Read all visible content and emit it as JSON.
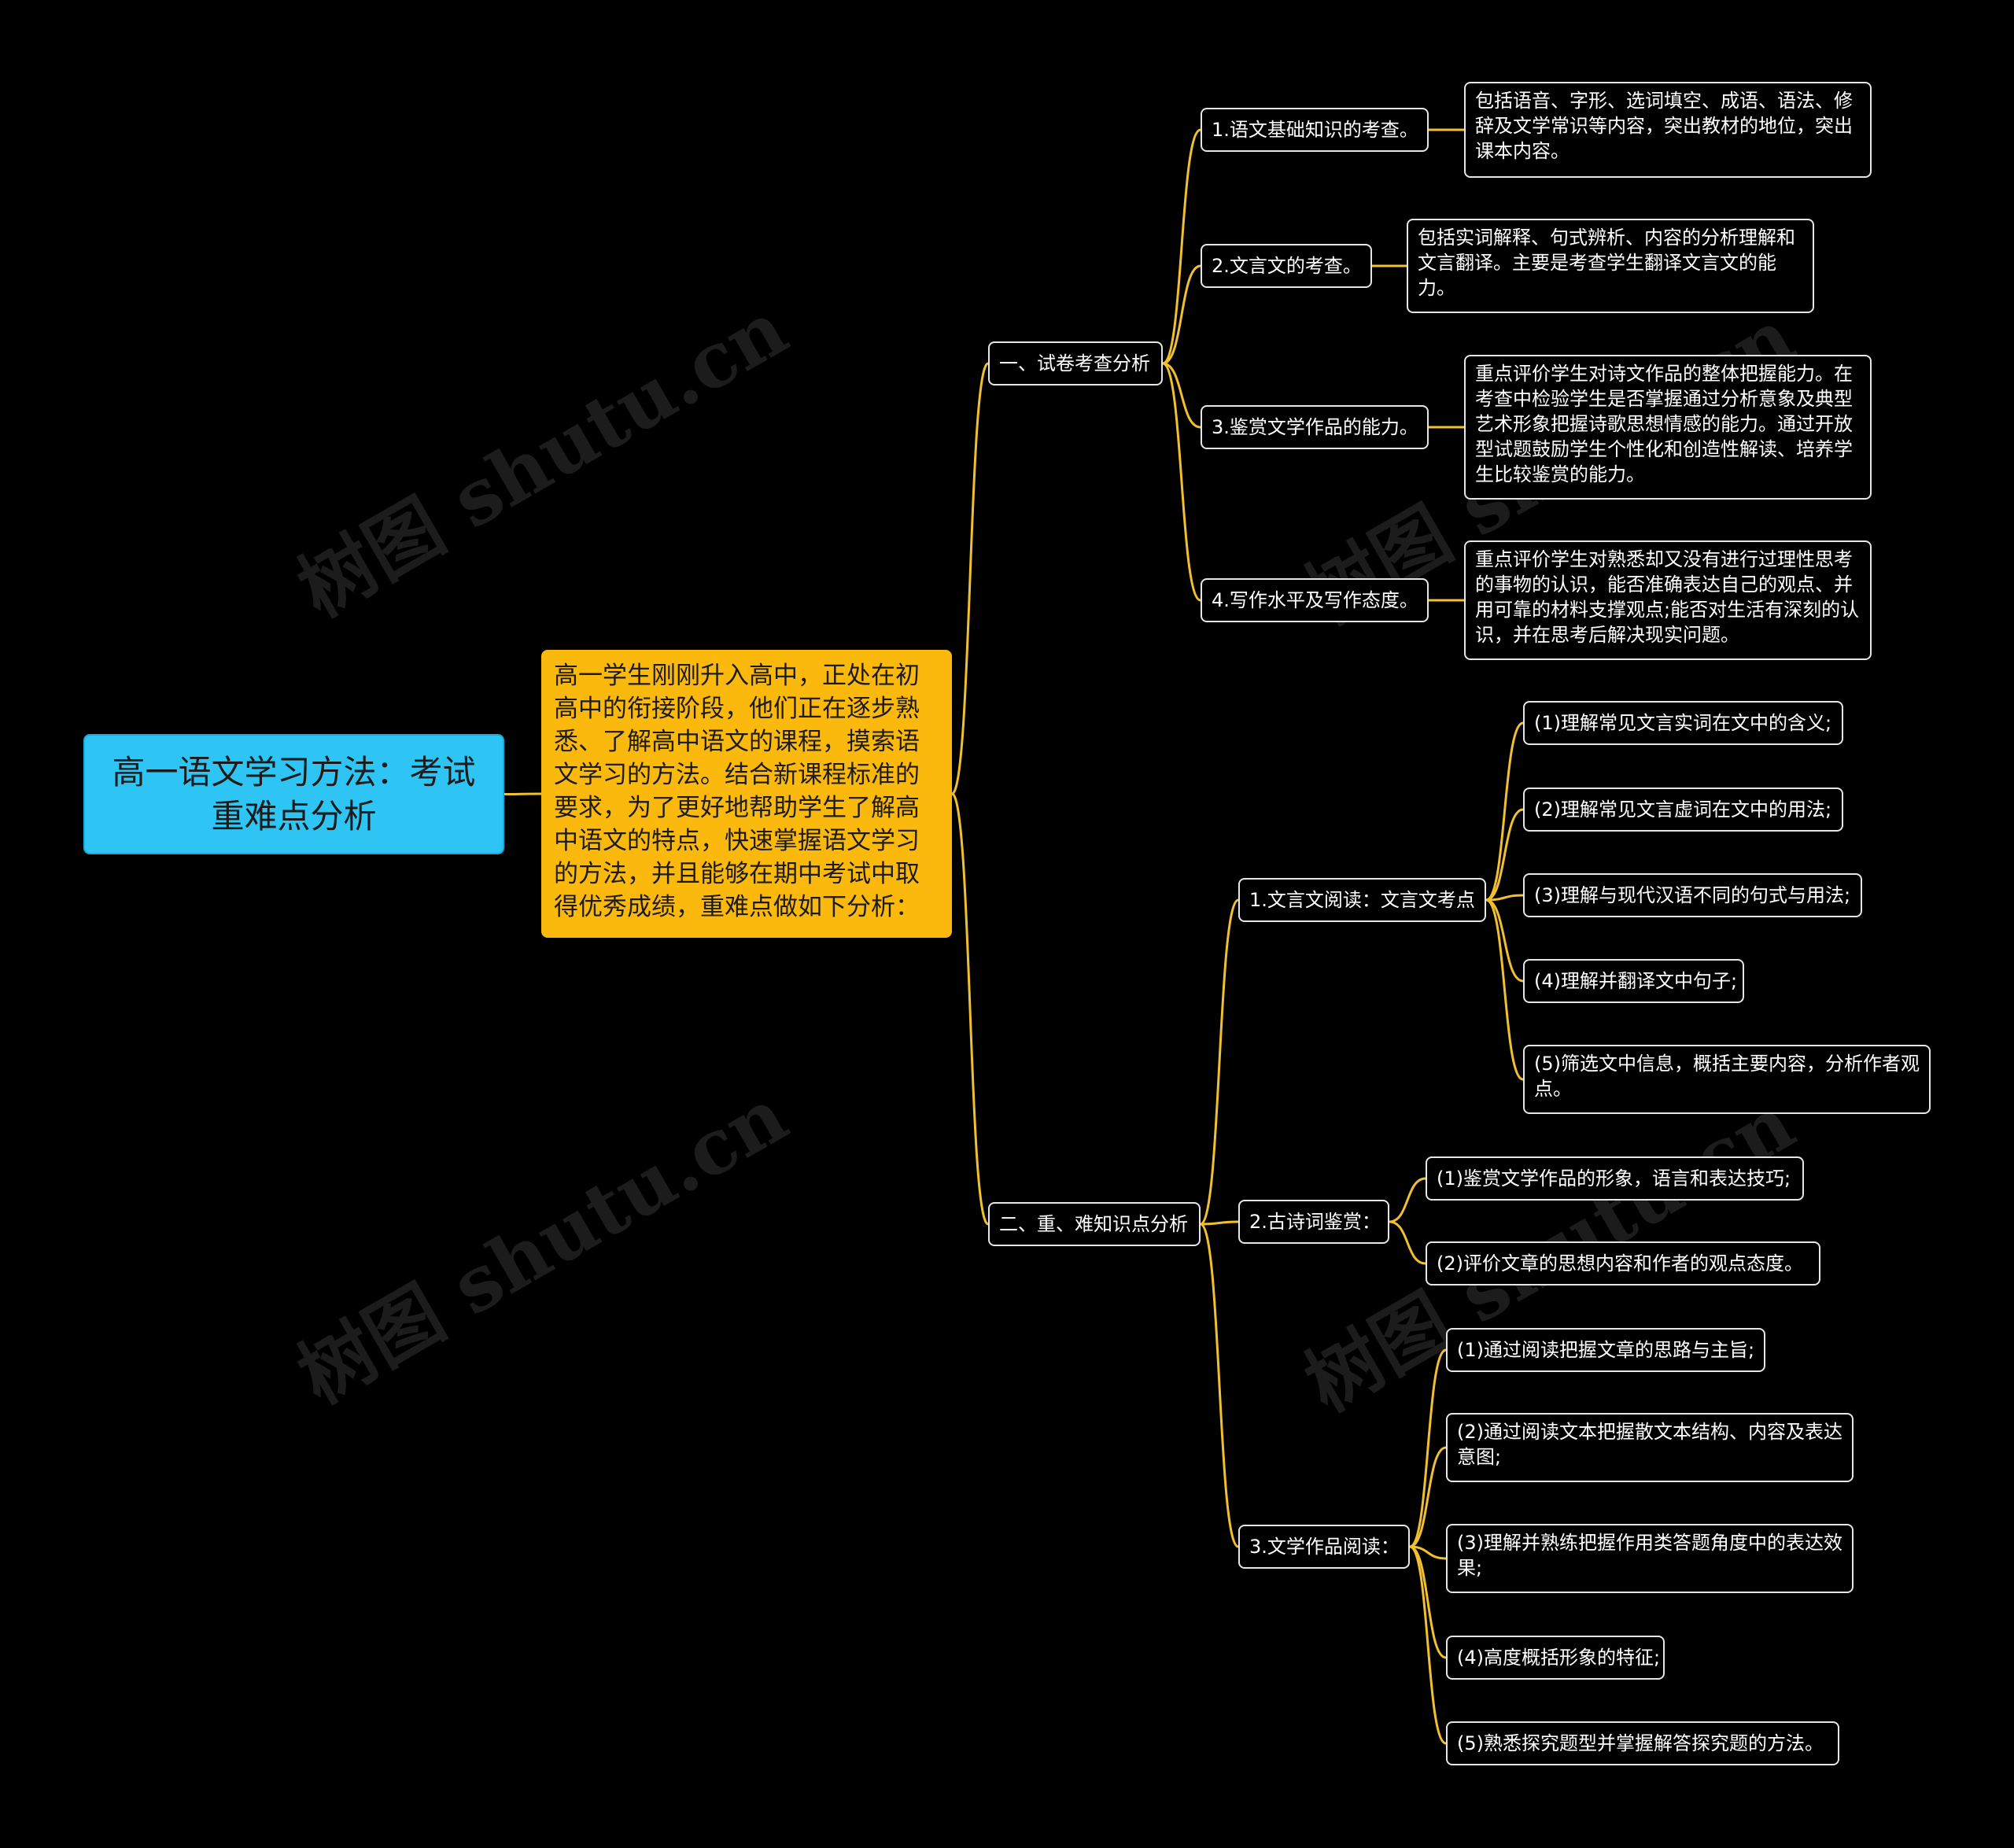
{
  "watermark": "树图 shutu.cn",
  "colors": {
    "background": "#000000",
    "root": "#2ec4f3",
    "intro": "#fbb80d",
    "connector": "#f0c030",
    "node_border": "#e6e6e6",
    "text": "#ffffff"
  },
  "root": {
    "label": "高一语文学习方法：考试重难点分析"
  },
  "intro": {
    "text": "高一学生刚刚升入高中，正处在初高中的衔接阶段，他们正在逐步熟悉、了解高中语文的课程，摸索语文学习的方法。结合新课程标准的要求，为了更好地帮助学生了解高中语文的特点，快速掌握语文学习的方法，并且能够在期中考试中取得优秀成绩，重难点做如下分析："
  },
  "branch1": {
    "label": "一、试卷考查分析",
    "items": [
      {
        "label": "1.语文基础知识的考查。",
        "detail": "包括语音、字形、选词填空、成语、语法、修辞及文学常识等内容，突出教材的地位，突出课本内容。"
      },
      {
        "label": "2.文言文的考查。",
        "detail": "包括实词解释、句式辨析、内容的分析理解和文言翻译。主要是考查学生翻译文言文的能力。"
      },
      {
        "label": "3.鉴赏文学作品的能力。",
        "detail": "重点评价学生对诗文作品的整体把握能力。在考查中检验学生是否掌握通过分析意象及典型艺术形象把握诗歌思想情感的能力。通过开放型试题鼓励学生个性化和创造性解读、培养学生比较鉴赏的能力。"
      },
      {
        "label": "4.写作水平及写作态度。",
        "detail": "重点评价学生对熟悉却又没有进行过理性思考的事物的认识，能否准确表达自己的观点、并用可靠的材料支撑观点;能否对生活有深刻的认识，并在思考后解决现实问题。"
      }
    ]
  },
  "branch2": {
    "label": "二、重、难知识点分析",
    "groups": [
      {
        "label": "1.文言文阅读：文言文考点",
        "items": [
          "(1)理解常见文言实词在文中的含义;",
          "(2)理解常见文言虚词在文中的用法;",
          "(3)理解与现代汉语不同的句式与用法;",
          "(4)理解并翻译文中句子;",
          "(5)筛选文中信息，概括主要内容，分析作者观点。"
        ]
      },
      {
        "label": "2.古诗词鉴赏：",
        "items": [
          "(1)鉴赏文学作品的形象，语言和表达技巧;",
          "(2)评价文章的思想内容和作者的观点态度。"
        ]
      },
      {
        "label": "3.文学作品阅读：",
        "items": [
          "(1)通过阅读把握文章的思路与主旨;",
          "(2)通过阅读文本把握散文本结构、内容及表达意图;",
          "(3)理解并熟练把握作用类答题角度中的表达效果;",
          "(4)高度概括形象的特征;",
          "(5)熟悉探究题型并掌握解答探究题的方法。"
        ]
      }
    ]
  }
}
